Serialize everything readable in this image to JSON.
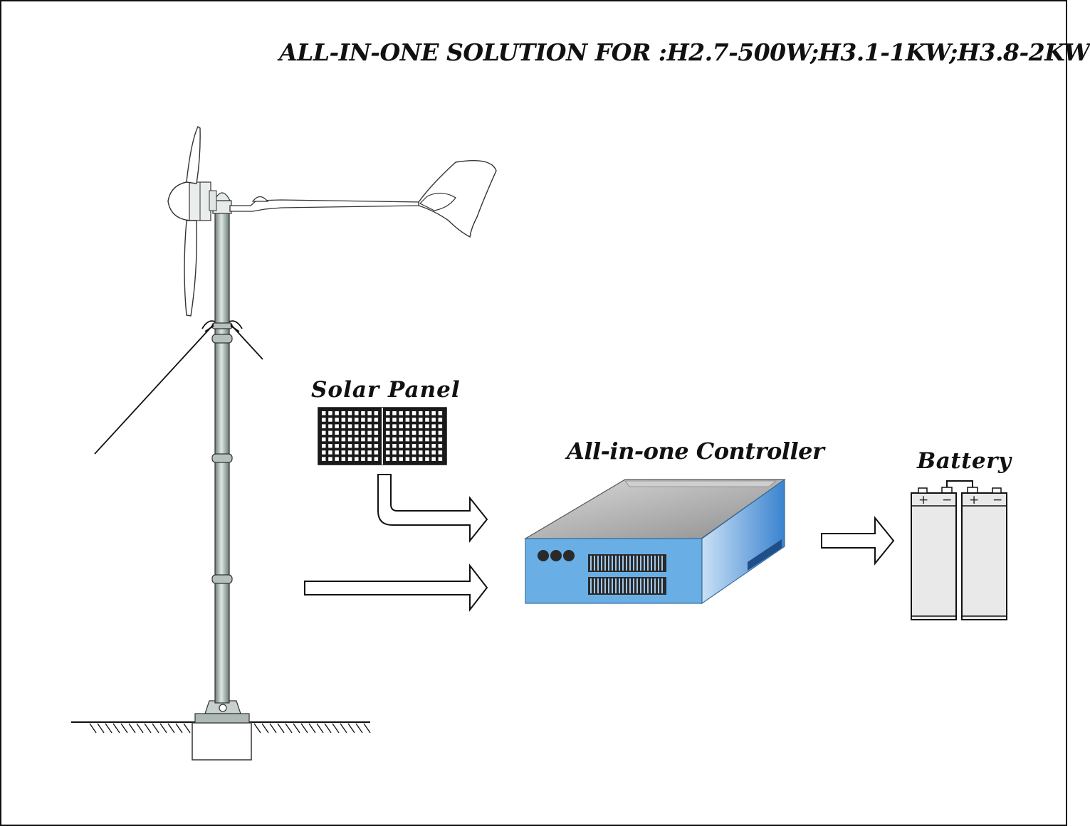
{
  "title": "ALL-IN-ONE SOLUTION FOR :H2.7-500W;H3.1-1KW;H3.8-2KW",
  "components": {
    "solar_panel": {
      "label": "Solar Panel",
      "icon": "solar-panel-icon"
    },
    "controller": {
      "label": "All-in-one Controller",
      "icon": "controller-box-icon",
      "color": "#6aaee6"
    },
    "battery": {
      "label": "Battery",
      "icon": "battery-pair-icon",
      "terminals": [
        "+",
        "−",
        "+",
        "−"
      ]
    },
    "wind_turbine": {
      "icon": "wind-turbine-icon"
    }
  },
  "flow": [
    "solar_panel → controller",
    "wind_turbine → controller",
    "controller → battery"
  ]
}
